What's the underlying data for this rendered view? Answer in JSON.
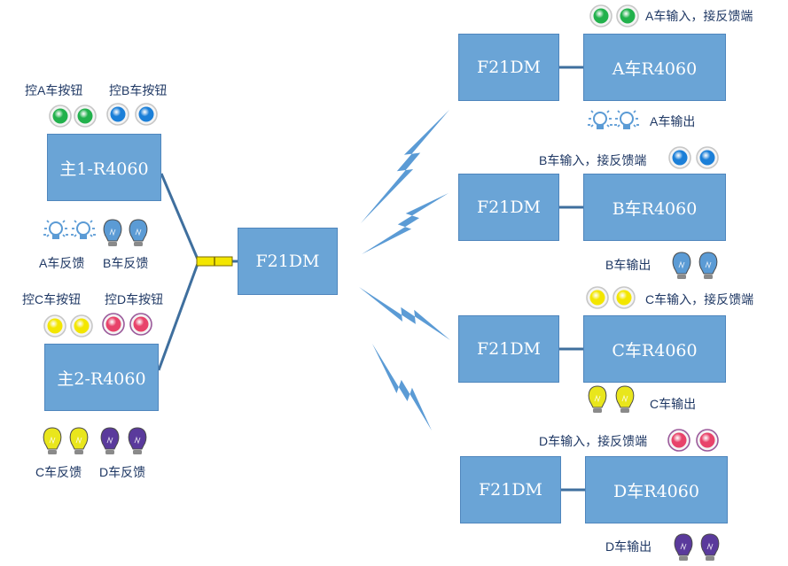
{
  "colors": {
    "box": "#6aa4d6",
    "box_border": "#4f86bd",
    "line": "#3f6f9e",
    "bolt": "#5b9bd5",
    "indicator_green": "#22b14c",
    "indicator_blue": "#1b7fd8",
    "indicator_yellow": "#f3e600",
    "indicator_red": "#e8436a",
    "bulb_blue": "#5b9bd5",
    "bulb_yellow": "#e9e61c",
    "bulb_purple": "#5a3a9c",
    "connector": "#f3e600"
  },
  "nodes": {
    "main1": "主1-R4060",
    "main2": "主2-R4060",
    "hub": "F21DM",
    "a_radio": "F21DM",
    "a_car": "A车R4060",
    "b_radio": "F21DM",
    "b_car": "B车R4060",
    "c_radio": "F21DM",
    "c_car": "C车R4060",
    "d_radio": "F21DM",
    "d_car": "D车R4060"
  },
  "labels": {
    "ctrl_a_btn": "控A车按钮",
    "ctrl_b_btn": "控B车按钮",
    "a_feedback": "A车反馈",
    "b_feedback": "B车反馈",
    "ctrl_c_btn": "控C车按钮",
    "ctrl_d_btn": "控D车按钮",
    "c_feedback": "C车反馈",
    "d_feedback": "D车反馈",
    "a_input": "A车输入，接反馈端",
    "a_output": "A车输出",
    "b_input": "B车输入，接反馈端",
    "b_output": "B车输出",
    "c_input": "C车输入，接反馈端",
    "c_output": "C车输出",
    "d_input": "D车输入，接反馈端",
    "d_output": "D车输出"
  },
  "icons": {
    "indicator": "indicator-light-icon",
    "bulb_off": "light-bulb-off-icon",
    "bulb_on": "light-bulb-icon",
    "wireless": "lightning-bolt-icon"
  }
}
